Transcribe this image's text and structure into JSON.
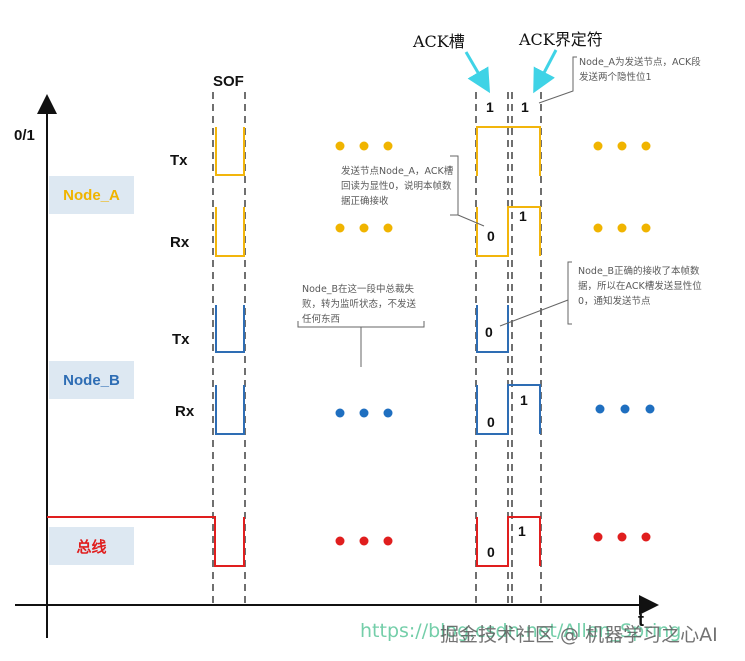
{
  "axes": {
    "y_label": "0/1",
    "x_label": "t"
  },
  "markers": {
    "sof": "SOF",
    "ack_slot": "ACK槽",
    "ack_delimiter": "ACK界定符"
  },
  "nodes": {
    "node_a": {
      "name": "Node_A",
      "tx": "Tx",
      "rx": "Rx",
      "color": "#f2b50c",
      "text_color": "#f0b400"
    },
    "node_b": {
      "name": "Node_B",
      "tx": "Tx",
      "rx": "Rx",
      "color": "#2e6db4",
      "text_color": "#2e6db4"
    },
    "bus": {
      "name": "总线",
      "color": "#e01e1e",
      "text_color": "#e01e1e"
    }
  },
  "bits": {
    "a_tx_slot": "1",
    "a_tx_delim": "1",
    "a_rx_slot": "0",
    "a_rx_delim": "1",
    "b_tx_slot": "0",
    "b_rx_slot": "0",
    "b_rx_delim": "1",
    "bus_slot": "0",
    "bus_delim": "1"
  },
  "notes": {
    "ack_send": "Node_A为发送节点，ACK段发送两个隐性位1",
    "ack_read": "发送节点Node_A，ACK槽回读为显性0，说明本帧数据正确接收",
    "lost_arb": "Node_B在这一段中总裁失败，转为监听状态，不发送任何东西",
    "b_recv": "Node_B正确的接收了本帧数据，所以在ACK槽发送显性位0，通知发送节点"
  },
  "watermark": {
    "url": "https://blog.csdn.net/Allen_Spring",
    "site": "掘金技术社区 @ 机器学习之心AI"
  },
  "colors": {
    "arrow": "#3fd3e6",
    "axis": "#111111",
    "bracket": "#666666",
    "box_bg": "#dde8f2"
  }
}
